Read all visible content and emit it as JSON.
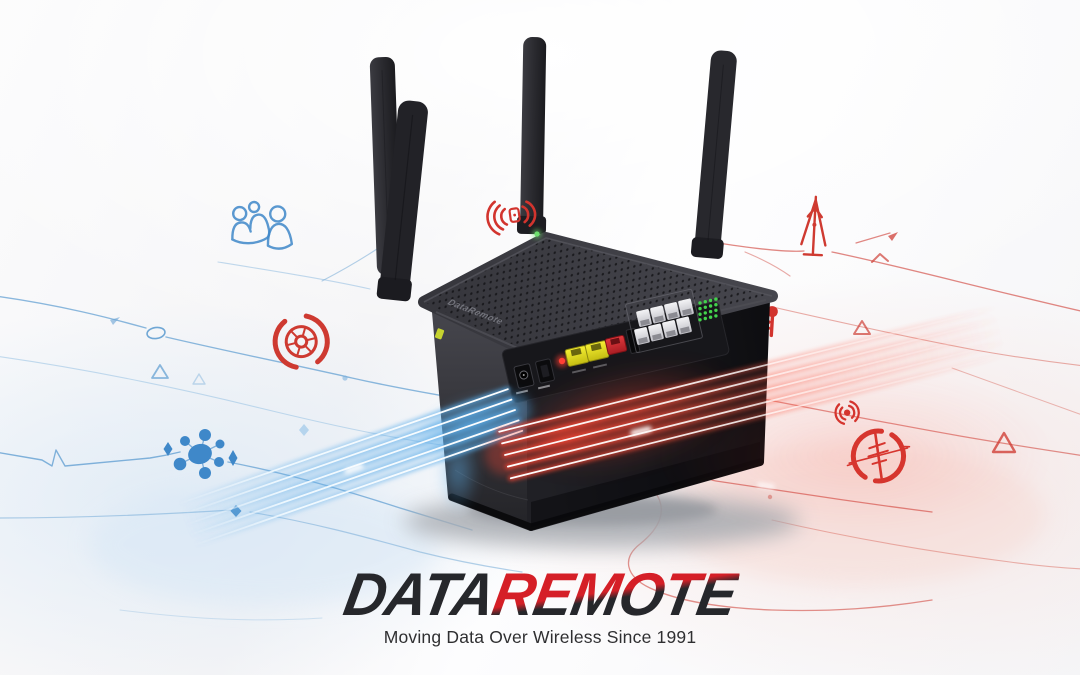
{
  "brand": {
    "wordmark_part1": "DATA",
    "wordmark_part2": "REMOTE",
    "tagline": "Moving Data Over Wireless Since 1991",
    "red": "#d51f27",
    "charcoal": "#26272b"
  },
  "device": {
    "label": "DataRemote",
    "antenna_count": 4,
    "ethernet_port_count": 8,
    "phone_ports_yellow": 2,
    "phone_ports_red": 1,
    "status_led_color": "#43d24c",
    "alert_led_color": "#ff4034",
    "top_led_color": "#6ee06e"
  },
  "flows": {
    "inbound_beam_color": "#5fb0ea",
    "outbound_beam_color": "#ff4330",
    "beam_core_color": "#ffffff"
  },
  "decor": {
    "left_trace_color": "#5b9bd0",
    "right_trace_color": "#d4564e",
    "left_icons": [
      "people-group-icon",
      "person-icon",
      "radar-target-icon",
      "molecule-cluster-icon"
    ],
    "right_icons": [
      "wifi-signal-icon",
      "antenna-mast-icon",
      "broadcast-signal-icon",
      "wireless-wave-icon",
      "radio-beacon-icon"
    ]
  }
}
